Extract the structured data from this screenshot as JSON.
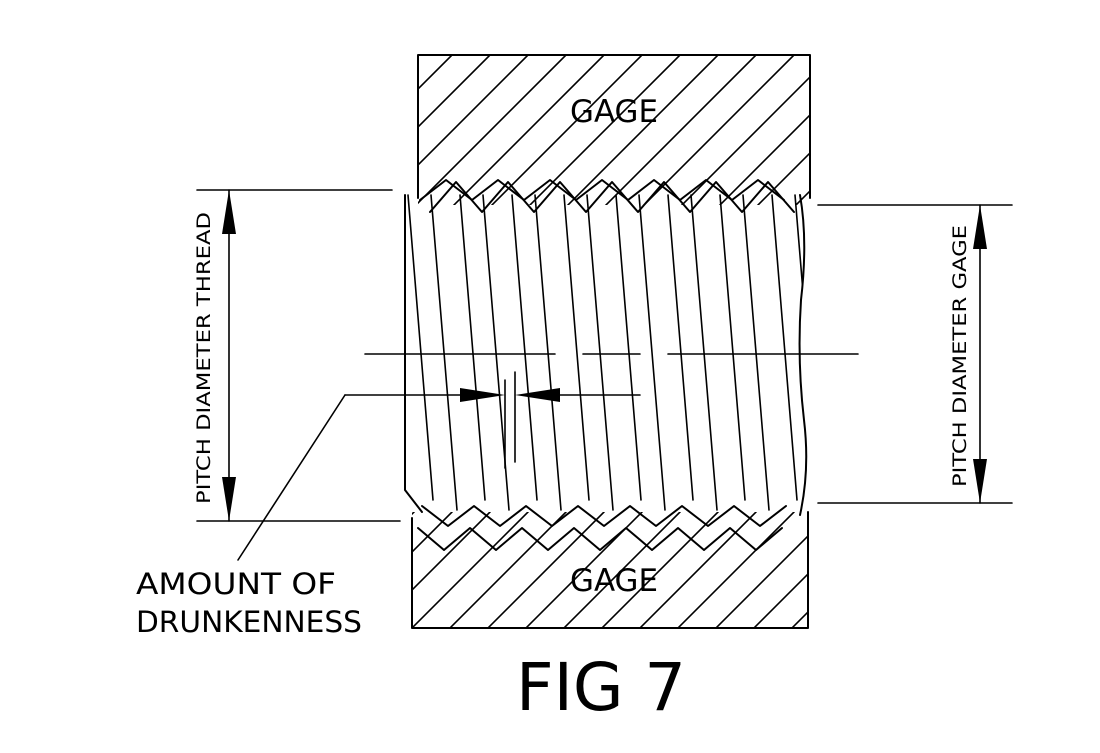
{
  "labels": {
    "gage_top": "GAGE",
    "gage_bottom": "GAGE",
    "pitch_diameter_thread": "PITCH DIAMETER THREAD",
    "pitch_diameter_gage": "PITCH DIAMETER GAGE",
    "amount_line1": "AMOUNT OF",
    "amount_line2": "DRUNKENNESS",
    "figure_caption": "FIG 7"
  }
}
